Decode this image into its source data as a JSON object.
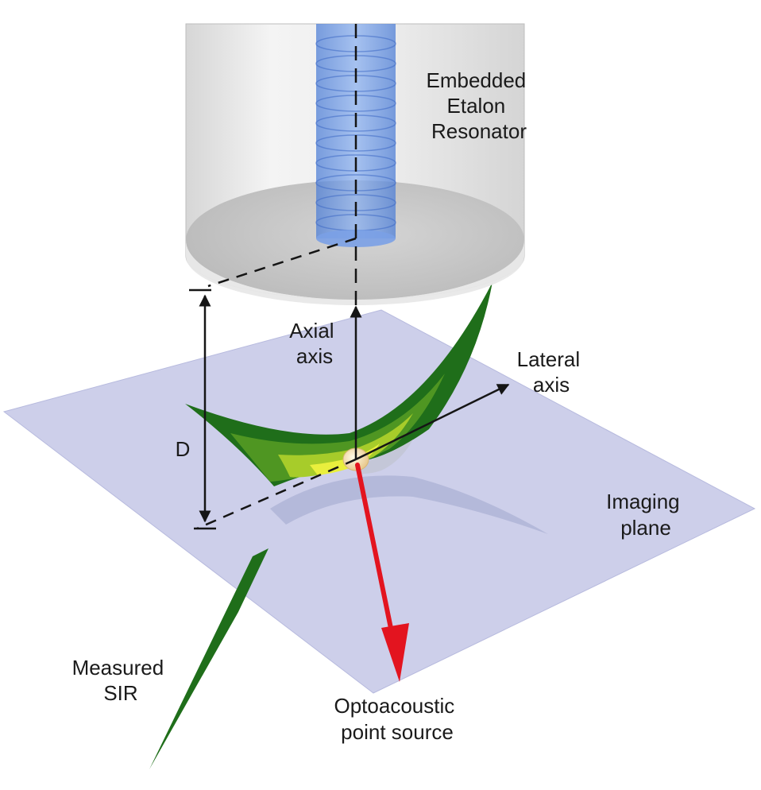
{
  "labels": {
    "resonator": [
      "Embedded",
      "Etalon",
      "Resonator"
    ],
    "axial": [
      "Axial",
      "axis"
    ],
    "lateral": [
      "Lateral",
      "axis"
    ],
    "distance": "D",
    "imaging_plane": [
      "Imaging",
      "plane"
    ],
    "measured_sir": [
      "Measured",
      "SIR"
    ],
    "point_source": [
      "Optoacoustic",
      "point source"
    ]
  },
  "colors": {
    "plane": "#c9cbe8",
    "housing": "#e6e6e6",
    "housing_bottom": "#c5c5c5",
    "resonator_blue": "#5f8fe0",
    "sir_dark_green": "#1f6e1a",
    "sir_mid_green": "#4f9622",
    "sir_light_green": "#a7cc2a",
    "sir_yellow": "#e9ef3d",
    "red_arrow": "#e3141f",
    "axis_black": "#151515"
  }
}
